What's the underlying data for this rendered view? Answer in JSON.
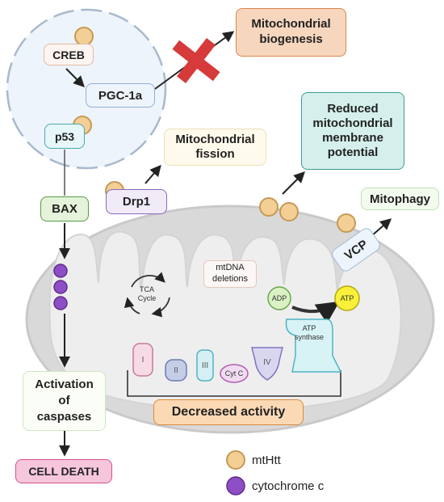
{
  "labels": {
    "creb": "CREB",
    "pgc1a": "PGC-1a",
    "p53": "p53",
    "bax": "BAX",
    "mito_biogenesis": "Mitochondrial biogenesis",
    "mito_fission": "Mitochondrial fission",
    "drp1": "Drp1",
    "reduced_potential": "Reduced mitochondrial membrane potential",
    "mitophagy": "Mitophagy",
    "vcp": "VCP",
    "tca_cycle": "TCA Cycle",
    "mtdna_deletions": "mtDNA deletions",
    "adp": "ADP",
    "atp": "ATP",
    "atp_synthase": "ATP synthase",
    "complex_1": "I",
    "complex_2": "II",
    "complex_3": "III",
    "cyt_c": "Cyt C",
    "complex_4": "IV",
    "decreased_activity": "Decreased activity",
    "activation_caspases": "Activation of caspases",
    "cell_death": "CELL DEATH"
  },
  "legend": [
    {
      "name": "mtHtt",
      "color": "#f3cf95"
    },
    {
      "name": "cytochrome c",
      "color": "#8e4ec6"
    }
  ],
  "colors": {
    "mthtt_fill": "#f3cf95",
    "mthtt_stroke": "#c49a55",
    "cytochrome_fill": "#8e4ec6",
    "inhibition_cross": "#d63a3a",
    "nucleus_fill": "#eef4fb",
    "mito_outer": "#d9d9d9",
    "mito_inner": "#eeeeee"
  }
}
